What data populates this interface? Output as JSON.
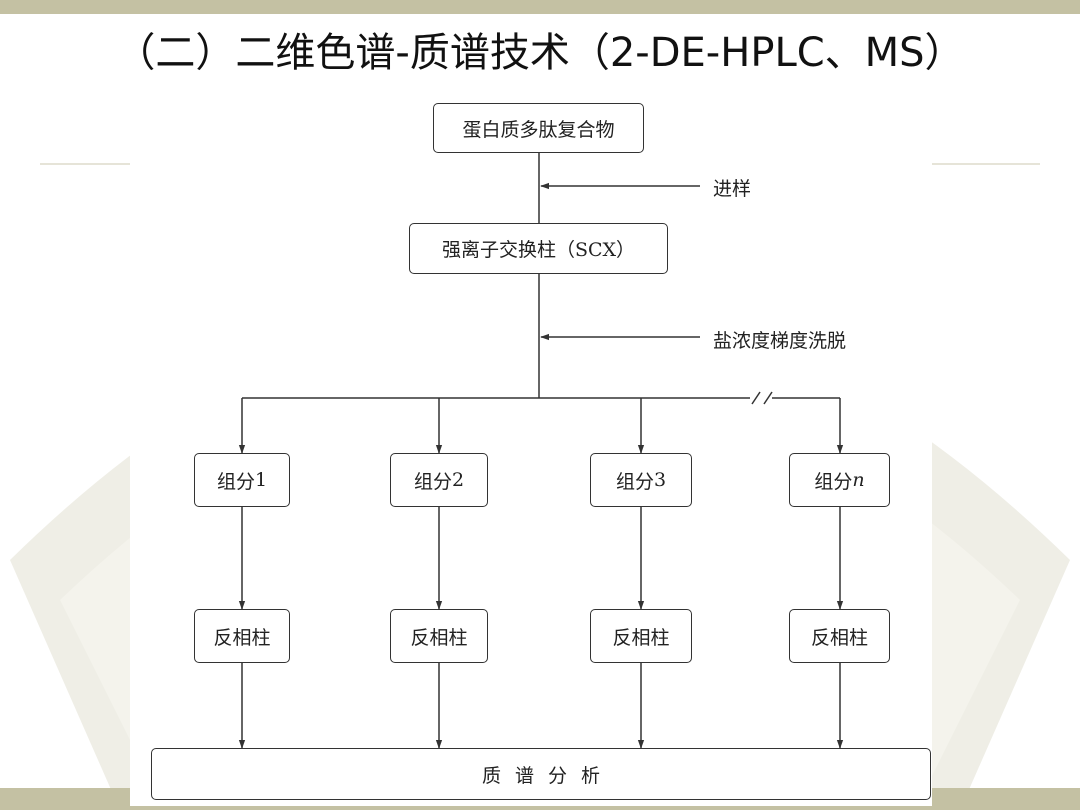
{
  "slide": {
    "title": "（二）二维色谱-质谱技术（2-DE-HPLC、MS）"
  },
  "diagram": {
    "top_node": "蛋白质多肽复合物",
    "injection_label": "进样",
    "scx_node": "强离子交换柱（SCX）",
    "elution_label": "盐浓度梯度洗脱",
    "fractions": [
      {
        "prefix": "组分",
        "suffix": "1"
      },
      {
        "prefix": "组分",
        "suffix": "2"
      },
      {
        "prefix": "组分",
        "suffix": "3"
      },
      {
        "prefix": "组分",
        "suffix": "n"
      }
    ],
    "rp_columns": [
      "反相柱",
      "反相柱",
      "反相柱",
      "反相柱"
    ],
    "ms_node": "质谱分析"
  },
  "colors": {
    "band": "#c4c1a3",
    "line": "#333333",
    "text": "#222222"
  }
}
